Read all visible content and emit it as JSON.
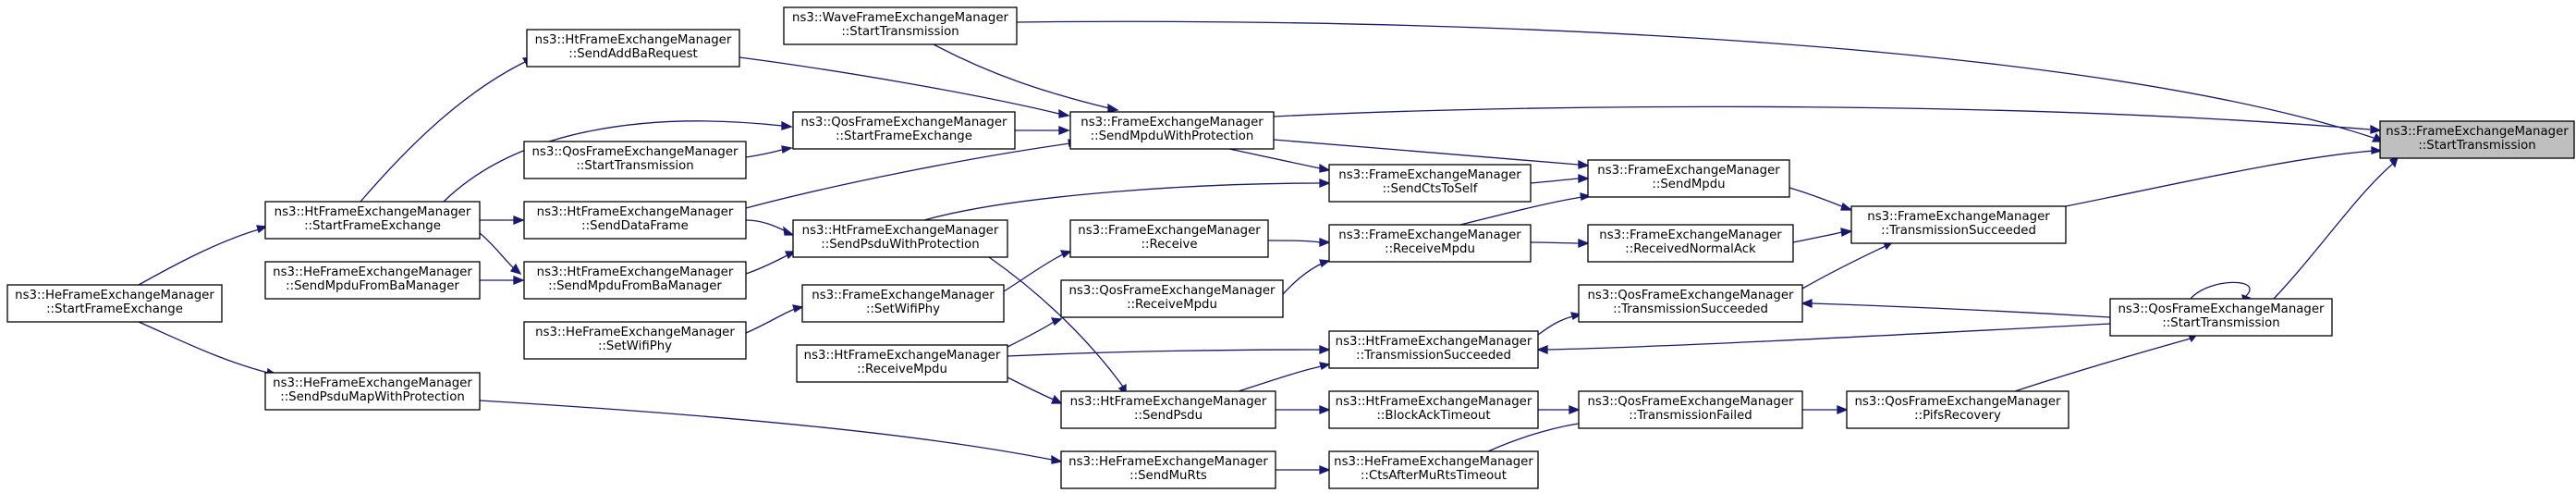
{
  "nodes": {
    "target": {
      "line1": "ns3::FrameExchangeManager",
      "line2": "::StartTransmission"
    },
    "wave_start": {
      "line1": "ns3::WaveFrameExchangeManager",
      "line2": "::StartTransmission"
    },
    "ht_addba": {
      "line1": "ns3::HtFrameExchangeManager",
      "line2": "::SendAddBaRequest"
    },
    "qos_sfe": {
      "line1": "ns3::QosFrameExchangeManager",
      "line2": "::StartFrameExchange"
    },
    "qos_start_l": {
      "line1": "ns3::QosFrameExchangeManager",
      "line2": "::StartTransmission"
    },
    "ht_sfe": {
      "line1": "ns3::HtFrameExchangeManager",
      "line2": "::StartFrameExchange"
    },
    "ht_senddata": {
      "line1": "ns3::HtFrameExchangeManager",
      "line2": "::SendDataFrame"
    },
    "he_sendmpduba": {
      "line1": "ns3::HeFrameExchangeManager",
      "line2": "::SendMpduFromBaManager"
    },
    "ht_sendmpduba": {
      "line1": "ns3::HtFrameExchangeManager",
      "line2": "::SendMpduFromBaManager"
    },
    "he_sfe": {
      "line1": "ns3::HeFrameExchangeManager",
      "line2": "::StartFrameExchange"
    },
    "he_setwifiphy": {
      "line1": "ns3::HeFrameExchangeManager",
      "line2": "::SetWifiPhy"
    },
    "he_psdumap": {
      "line1": "ns3::HeFrameExchangeManager",
      "line2": "::SendPsduMapWithProtection"
    },
    "fem_setwifiphy": {
      "line1": "ns3::FrameExchangeManager",
      "line2": "::SetWifiPhy"
    },
    "ht_sendpsduwp": {
      "line1": "ns3::HtFrameExchangeManager",
      "line2": "::SendPsduWithProtection"
    },
    "ht_recvmpdu": {
      "line1": "ns3::HtFrameExchangeManager",
      "line2": "::ReceiveMpdu"
    },
    "fem_smwp": {
      "line1": "ns3::FrameExchangeManager",
      "line2": "::SendMpduWithProtection"
    },
    "fem_receive": {
      "line1": "ns3::FrameExchangeManager",
      "line2": "::Receive"
    },
    "qos_recvmpdu": {
      "line1": "ns3::QosFrameExchangeManager",
      "line2": "::ReceiveMpdu"
    },
    "ht_sendpsdu": {
      "line1": "ns3::HtFrameExchangeManager",
      "line2": "::SendPsdu"
    },
    "he_sendmurts": {
      "line1": "ns3::HeFrameExchangeManager",
      "line2": "::SendMuRts"
    },
    "fem_sendcts": {
      "line1": "ns3::FrameExchangeManager",
      "line2": "::SendCtsToSelf"
    },
    "fem_recvmpdu": {
      "line1": "ns3::FrameExchangeManager",
      "line2": "::ReceiveMpdu"
    },
    "ht_ts": {
      "line1": "ns3::HtFrameExchangeManager",
      "line2": "::TransmissionSucceeded"
    },
    "ht_blockack": {
      "line1": "ns3::HtFrameExchangeManager",
      "line2": "::BlockAckTimeout"
    },
    "he_ctsmurts": {
      "line1": "ns3::HeFrameExchangeManager",
      "line2": "::CtsAfterMuRtsTimeout"
    },
    "fem_sendmpdu": {
      "line1": "ns3::FrameExchangeManager",
      "line2": "::SendMpdu"
    },
    "fem_recvack": {
      "line1": "ns3::FrameExchangeManager",
      "line2": "::ReceivedNormalAck"
    },
    "qos_ts": {
      "line1": "ns3::QosFrameExchangeManager",
      "line2": "::TransmissionSucceeded"
    },
    "qos_tf": {
      "line1": "ns3::QosFrameExchangeManager",
      "line2": "::TransmissionFailed"
    },
    "fem_ts": {
      "line1": "ns3::FrameExchangeManager",
      "line2": "::TransmissionSucceeded"
    },
    "qos_pifs": {
      "line1": "ns3::QosFrameExchangeManager",
      "line2": "::PifsRecovery"
    },
    "qos_start_r": {
      "line1": "ns3::QosFrameExchangeManager",
      "line2": "::StartTransmission"
    }
  }
}
